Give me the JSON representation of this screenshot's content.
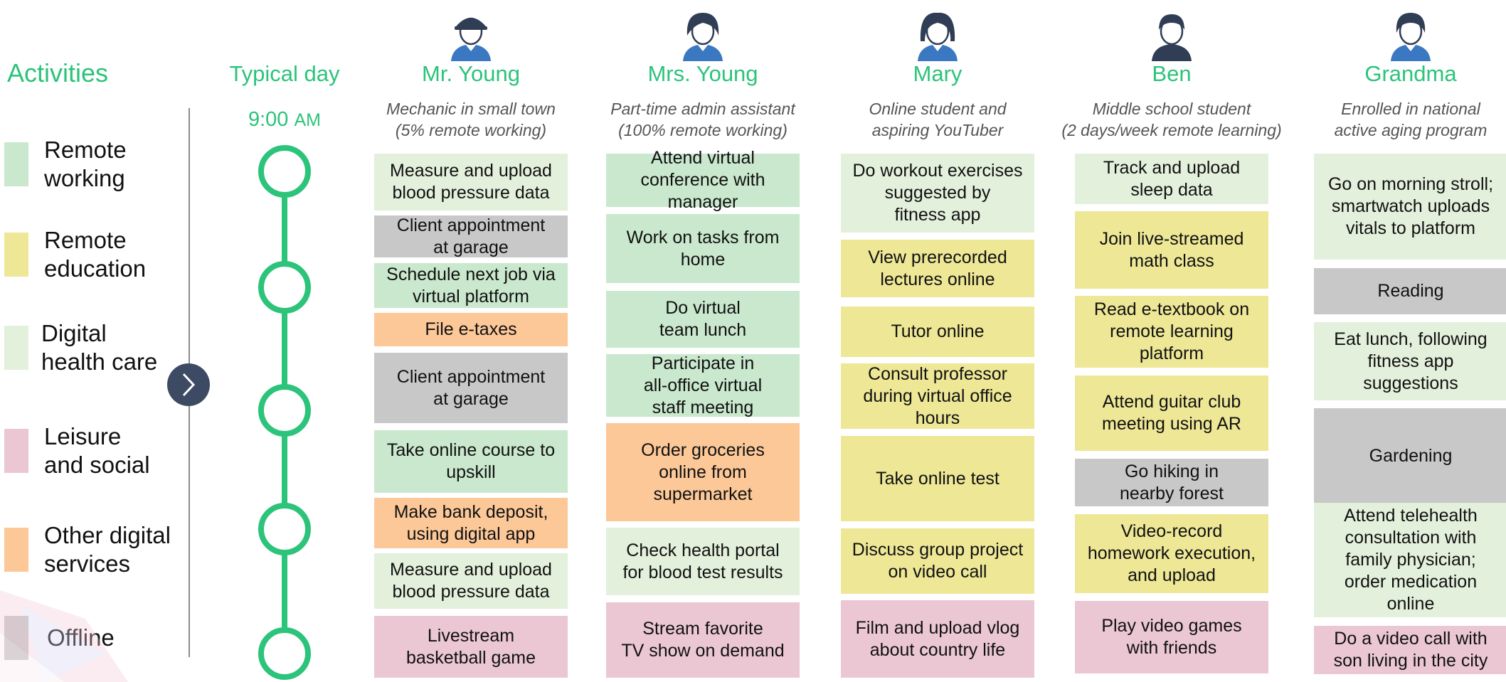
{
  "colors": {
    "accent": "#2cc37a",
    "remote_working": "#c9e8cd",
    "remote_education": "#ede796",
    "digital_health_care": "#e3f0dc",
    "leisure_and_social": "#ebc7d3",
    "other_digital_services": "#fcc898",
    "offline": "#c8c8c8"
  },
  "legend": {
    "title": "Activities",
    "items": [
      {
        "label": "Remote\nworking"
      },
      {
        "label": "Remote\neducation"
      },
      {
        "label": "Digital\nhealth care"
      },
      {
        "label": "Leisure\nand social"
      },
      {
        "label": "Other digital\nservices"
      },
      {
        "label": "Offline"
      }
    ]
  },
  "timeline": {
    "title": "Typical day",
    "time": "9:00",
    "ampm": "AM",
    "stops": 5
  },
  "personas": [
    {
      "name": "Mr. Young",
      "desc": "Mechanic in small town\n(5% remote working)",
      "icon": "mechanic-avatar-icon",
      "activities": [
        {
          "text": "Measure and upload\nblood pressure data",
          "cat": "digital_health_care"
        },
        {
          "text": "Client appointment\nat garage",
          "cat": "offline"
        },
        {
          "text": "Schedule next job via\nvirtual platform",
          "cat": "remote_working"
        },
        {
          "text": "File e-taxes",
          "cat": "other_digital_services"
        },
        {
          "text": "Client appointment\nat garage",
          "cat": "offline"
        },
        {
          "text": "Take online course to\nupskill",
          "cat": "remote_working"
        },
        {
          "text": "Make bank deposit,\nusing digital app",
          "cat": "other_digital_services"
        },
        {
          "text": "Measure and upload\nblood pressure data",
          "cat": "digital_health_care"
        },
        {
          "text": "Livestream\nbasketball game",
          "cat": "leisure_and_social"
        }
      ]
    },
    {
      "name": "Mrs. Young",
      "desc": "Part-time admin assistant\n(100% remote working)",
      "icon": "woman-avatar-icon",
      "activities": [
        {
          "text": "Attend virtual\nconference with\nmanager",
          "cat": "remote_working"
        },
        {
          "text": "Work on tasks from\nhome",
          "cat": "remote_working"
        },
        {
          "text": "Do virtual\nteam lunch",
          "cat": "remote_working"
        },
        {
          "text": "Participate in\nall-office virtual\nstaff meeting",
          "cat": "remote_working"
        },
        {
          "text": "Order groceries\nonline from\nsupermarket",
          "cat": "other_digital_services"
        },
        {
          "text": "Check health portal\nfor blood test results",
          "cat": "digital_health_care"
        },
        {
          "text": "Stream favorite\nTV show on demand",
          "cat": "leisure_and_social"
        }
      ]
    },
    {
      "name": "Mary",
      "desc": "Online student and\naspiring YouTuber",
      "icon": "girl-avatar-icon",
      "activities": [
        {
          "text": "Do workout exercises\nsuggested by\nfitness app",
          "cat": "digital_health_care"
        },
        {
          "text": "View prerecorded\nlectures online",
          "cat": "remote_education"
        },
        {
          "text": "Tutor online",
          "cat": "remote_education"
        },
        {
          "text": "Consult professor\nduring virtual office\nhours",
          "cat": "remote_education"
        },
        {
          "text": "Take online test",
          "cat": "remote_education"
        },
        {
          "text": "Discuss group project\non video call",
          "cat": "remote_education"
        },
        {
          "text": "Film and upload vlog\nabout country life",
          "cat": "leisure_and_social"
        }
      ]
    },
    {
      "name": "Ben",
      "desc": "Middle school student\n(2 days/week remote learning)",
      "icon": "boy-avatar-icon",
      "activities": [
        {
          "text": "Track and upload\nsleep data",
          "cat": "digital_health_care"
        },
        {
          "text": "Join live-streamed\nmath class",
          "cat": "remote_education"
        },
        {
          "text": "Read e-textbook on\nremote learning\nplatform",
          "cat": "remote_education"
        },
        {
          "text": "Attend guitar club\nmeeting using AR",
          "cat": "remote_education"
        },
        {
          "text": "Go hiking in\nnearby forest",
          "cat": "offline"
        },
        {
          "text": "Video-record\nhomework execution,\nand upload",
          "cat": "remote_education"
        },
        {
          "text": "Play video games\nwith friends",
          "cat": "leisure_and_social"
        }
      ]
    },
    {
      "name": "Grandma",
      "desc": "Enrolled in national\nactive aging program",
      "icon": "grandma-avatar-icon",
      "activities": [
        {
          "text": "Go on morning stroll;\nsmartwatch uploads\nvitals to platform",
          "cat": "digital_health_care"
        },
        {
          "text": "Reading",
          "cat": "offline"
        },
        {
          "text": "Eat lunch, following\nfitness app\nsuggestions",
          "cat": "digital_health_care"
        },
        {
          "text": "Gardening",
          "cat": "offline"
        },
        {
          "text": "Attend telehealth\nconsultation with\nfamily physician;\norder medication\nonline",
          "cat": "digital_health_care"
        },
        {
          "text": "Do a video call with\nson living in the city",
          "cat": "leisure_and_social"
        }
      ]
    }
  ]
}
